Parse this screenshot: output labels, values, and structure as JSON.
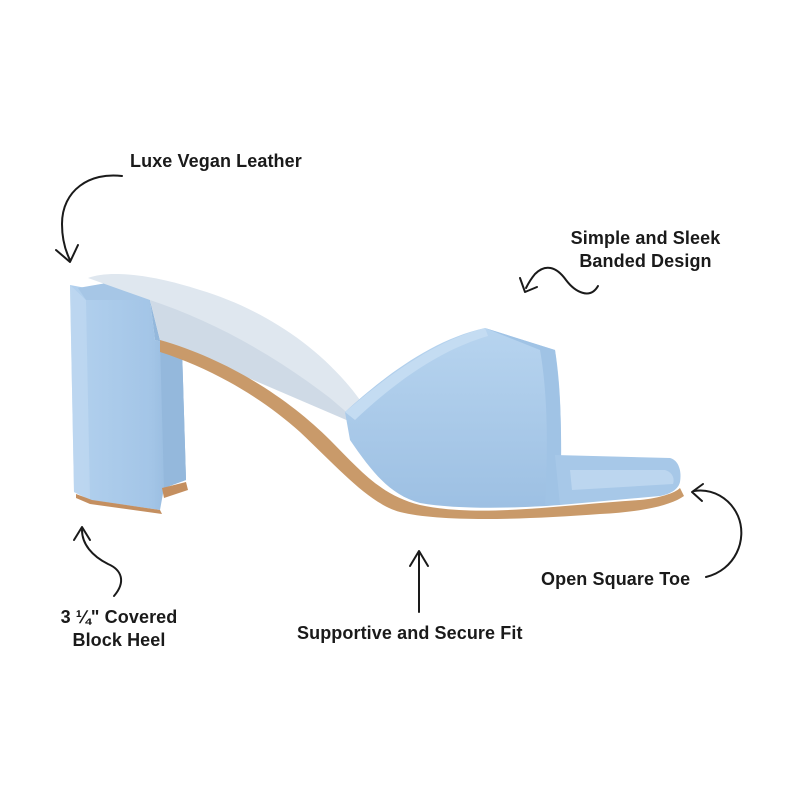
{
  "callouts": {
    "leather": {
      "line1": "Luxe Vegan Leather"
    },
    "band": {
      "line1": "Simple and Sleek",
      "line2": "Banded Design"
    },
    "toe": {
      "line1": "Open Square Toe"
    },
    "heel": {
      "line1": "3 ¼\" Covered",
      "line2": "Block Heel"
    },
    "fit": {
      "line1": "Supportive and Secure Fit"
    }
  },
  "product": {
    "color_upper": "#a9cbea",
    "color_upper_shadow": "#8fb3d6",
    "color_sole": "#c99a6a",
    "color_insole_lining": "#dfe7ef"
  },
  "icons": [
    "curved-arrow-icon",
    "straight-arrow-icon",
    "squiggle-arrow-icon"
  ]
}
